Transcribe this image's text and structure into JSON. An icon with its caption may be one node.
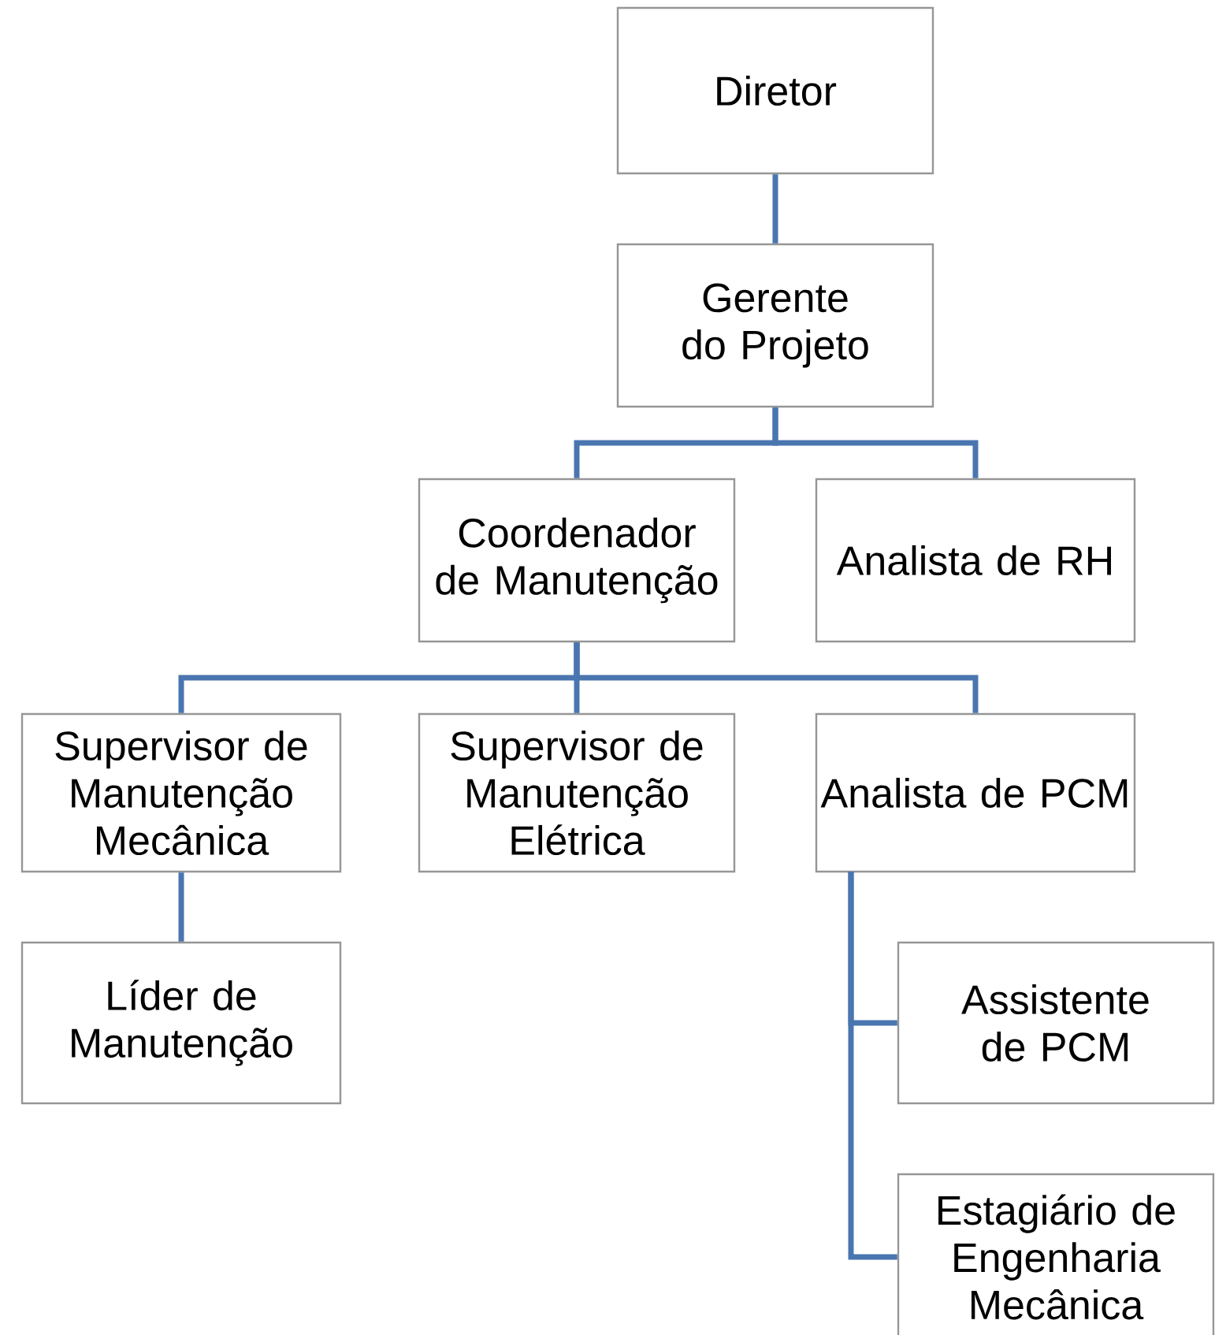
{
  "diagram": {
    "nodes": [
      {
        "text": [
          "Diretor"
        ]
      },
      {
        "text": [
          "Gerente do Projeto"
        ]
      },
      {
        "text": [
          "Coordenador de Manutenção"
        ]
      },
      {
        "text": [
          "Analista de RH"
        ]
      },
      {
        "text": [
          "Supervisor de Manutenção Mecânica"
        ]
      },
      {
        "text": [
          "Supervisor de Manutenção Elétrica"
        ]
      },
      {
        "text": [
          "Analista de PCM"
        ]
      },
      {
        "text": [
          "Líder de Manutenção"
        ]
      },
      {
        "text": [
          "Assistente de PCM"
        ]
      },
      {
        "text": [
          "Estagiário de Engenharia Mecânica"
        ]
      }
    ],
    "edges": [
      {
        "from": 0,
        "to": 1,
        "arrow": "none"
      },
      {
        "from": 1,
        "to": 2,
        "arrow": "none"
      },
      {
        "from": 1,
        "to": 3,
        "arrow": "none"
      },
      {
        "from": 2,
        "to": 4,
        "arrow": "none"
      },
      {
        "from": 2,
        "to": 5,
        "arrow": "none"
      },
      {
        "from": 2,
        "to": 6,
        "arrow": "none"
      },
      {
        "from": 4,
        "to": 7,
        "arrow": "none"
      },
      {
        "from": 6,
        "to": 8,
        "arrow": "none"
      },
      {
        "from": 6,
        "to": 9,
        "arrow": "none"
      }
    ]
  }
}
